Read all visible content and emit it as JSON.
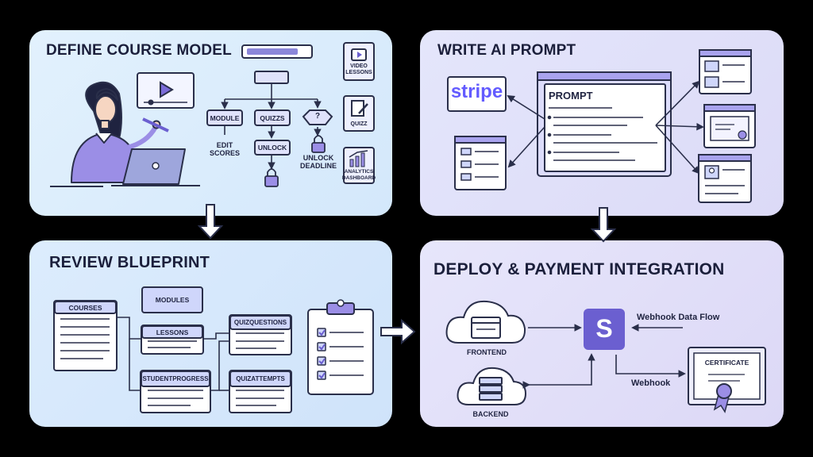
{
  "panels": {
    "define": {
      "title": "DEFINE COURSE MODEL",
      "nodes": {
        "module": "MODULE",
        "quizzs": "QUIZZS",
        "question": "?",
        "unlock": "UNLOCK"
      },
      "labels": {
        "edit_scores": "EDIT\nSCORES",
        "unlock_deadline": "UNLOCK\nDEADLINE"
      },
      "side_icons": {
        "video": "VIDEO\nLESSONS",
        "quiz": "QUIZZ",
        "analytics": "ANALYTICS\nDASHBOARD"
      }
    },
    "prompt": {
      "title": "WRITE AI PROMPT",
      "stripe_logo": "stripe",
      "prompt_label": "PROMPT"
    },
    "blueprint": {
      "title": "REVIEW BLUEPRINT",
      "tables": {
        "courses": "COURSES",
        "modules": "MODULES",
        "lessons": "LESSONS",
        "studentprogress": "STUDENTPROGRESS",
        "quizquestions": "QUIZQUESTIONS",
        "quizattempts": "QUIZATTEMPTS"
      }
    },
    "deploy": {
      "title": "DEPLOY & PAYMENT INTEGRATION",
      "frontend": "FRONTEND",
      "backend": "BACKEND",
      "stripe_s": "S",
      "webhook_data_flow": "Webhook Data Flow",
      "webhook": "Webhook",
      "certificate": "CERTIFICATE"
    }
  },
  "colors": {
    "accent": "#6b5fd0",
    "node_fill": "#dfe2fb",
    "ink": "#2a2f4a",
    "stripe": "#635bff"
  }
}
